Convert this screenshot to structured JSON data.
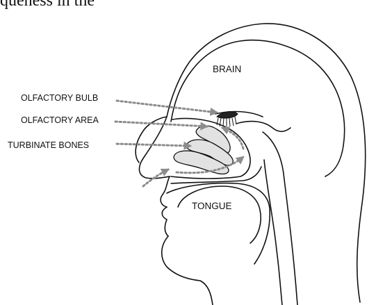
{
  "page_text_fragment": "queness in the",
  "labels": {
    "brain": "BRAIN",
    "olfactory_bulb": "OLFACTORY BULB",
    "olfactory_area": "OLFACTORY AREA",
    "turbinate_bones": "TURBINATE BONES",
    "tongue": "TONGUE"
  },
  "colors": {
    "line": "#111111",
    "airflow_arrows": "#8c8c8c",
    "turbinate_fill": "#e2e2e2"
  }
}
